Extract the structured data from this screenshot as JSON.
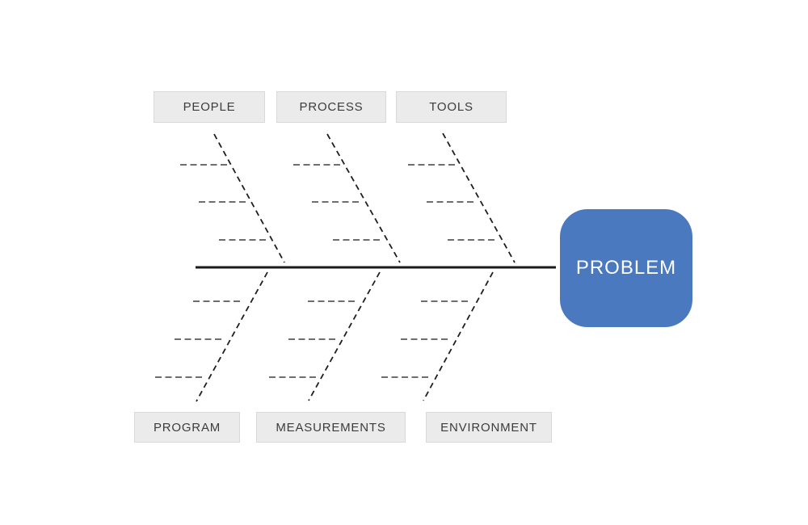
{
  "diagram": {
    "type": "fishbone",
    "problem": {
      "label": "PROBLEM",
      "fill": "#4a79bf",
      "text_color": "#ffffff"
    },
    "categories": {
      "top": [
        {
          "label": "PEOPLE",
          "cause_placeholders": 3
        },
        {
          "label": "PROCESS",
          "cause_placeholders": 3
        },
        {
          "label": "TOOLS",
          "cause_placeholders": 3
        }
      ],
      "bottom": [
        {
          "label": "PROGRAM",
          "cause_placeholders": 3
        },
        {
          "label": "MEASUREMENTS",
          "cause_placeholders": 3
        },
        {
          "label": "ENVIRONMENT",
          "cause_placeholders": 3
        }
      ]
    },
    "colors": {
      "background": "#ffffff",
      "category_box_bg": "#ebebeb",
      "category_box_border": "#d9d9d9",
      "category_text": "#3c3c3c",
      "spine_line": "#1a1a1a",
      "branch_line": "#1f1f1f",
      "cause_line": "#5a5a5a"
    }
  }
}
